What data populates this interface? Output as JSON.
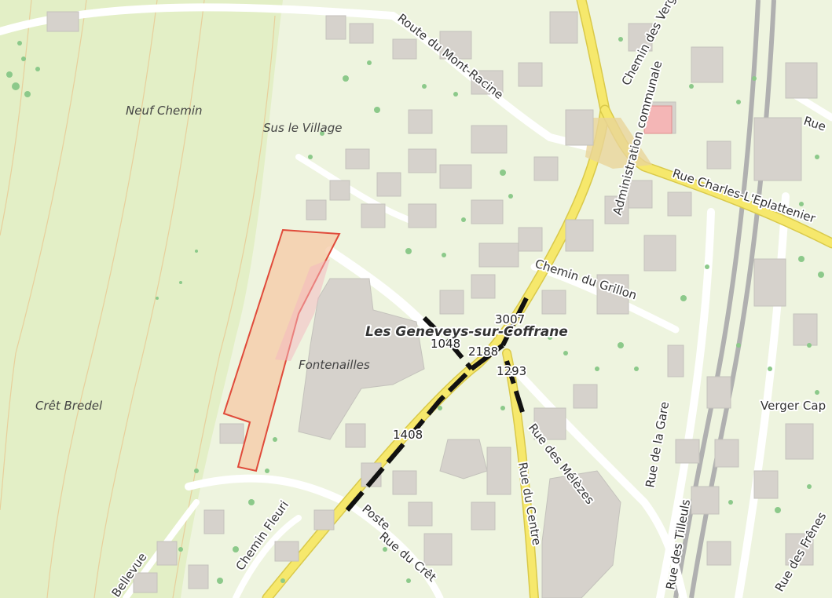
{
  "map": {
    "colors": {
      "land": "#eef4df",
      "forest_land": "#e3efc6",
      "building": "#d6d2cc",
      "building_shadow": "#c4c2bc",
      "road_main": "#f6e86c",
      "road_minor": "#ffffff",
      "railway": "#9a9a9a",
      "tree_dot": "#8cc98a",
      "contour": "#e7cf9c",
      "highlight_fill": "#f6c9a6",
      "highlight_stroke": "#e04a3a",
      "segment": "#111111",
      "admin_building": "#f4b6b6"
    },
    "place_labels": {
      "neuf_chemin": "Neuf Chemin",
      "sus_le_village": "Sus le Village",
      "cret_bredel": "Crêt Bredel",
      "fontenailles": "Fontenailles",
      "town": "Les Geneveys-sur-Coffrane"
    },
    "street_labels": {
      "route_mont_racine": "Route du Mont-Racine",
      "chemin_des_vergers": "Chemin des Vergers",
      "administration_communale": "Administration communale",
      "rue_charles": "Rue Charles-L'Eplattenier",
      "rue_top_right": "Rue",
      "chemin_du_grillon": "Chemin du Grillon",
      "rue_des_melezes": "Rue des Mélèzes",
      "rue_de_la_gare": "Rue de la Gare",
      "rue_des_tilleuls": "Rue des Tilleuls",
      "rue_des_frenes": "Rue des Frênes",
      "verger_cap": "Verger Cap",
      "rue_de_la_poste": "Poste",
      "rue_du_cret": "Rue du Crêt",
      "chemin_fleuri": "Chemin Fleuri",
      "bellevue": "Bellevue",
      "rue_vertical_center": "Rue du Centre"
    },
    "segment_labels": {
      "s3007": "3007",
      "s1048": "1048",
      "s2188": "2188",
      "s1293": "1293",
      "s1408": "1408"
    }
  }
}
